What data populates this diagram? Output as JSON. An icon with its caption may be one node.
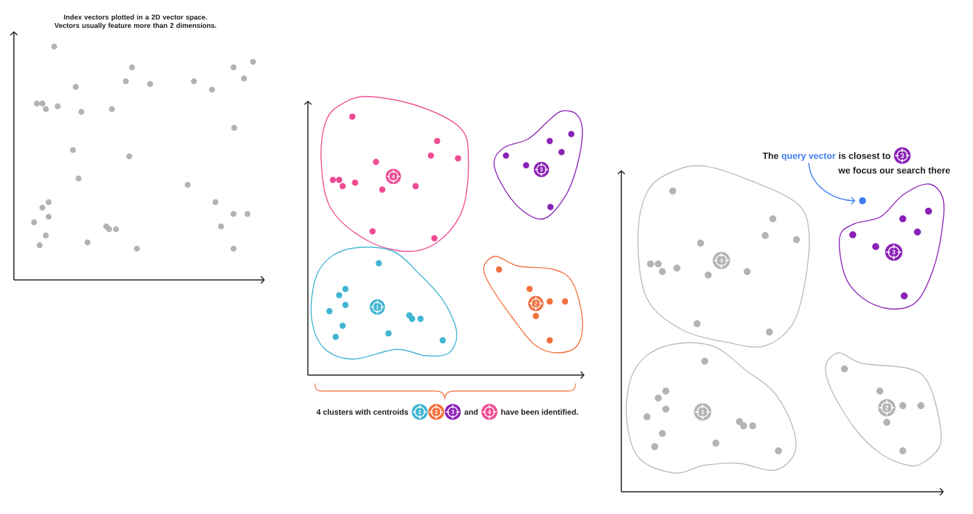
{
  "diagram": {
    "nodes": [
      {
        "text": [],
        "shape": "blob"
      },
      {
        "text": [
          "4"
        ],
        "in": 0
      },
      {
        "text": [],
        "shape": "blob"
      },
      {
        "text": [
          "3"
        ],
        "in": 2
      },
      {
        "text": [],
        "shape": "blob"
      },
      {
        "text": [
          "1"
        ],
        "in": 4
      },
      {
        "text": [],
        "shape": "blob"
      },
      {
        "text": [
          "2"
        ],
        "in": 6
      },
      {
        "text": [
          "1"
        ]
      },
      {
        "text": [
          "2"
        ]
      },
      {
        "text": [
          "3"
        ]
      },
      {
        "text": [
          "4"
        ]
      },
      {
        "text": [
          "query vector"
        ]
      },
      {
        "text": [
          "3"
        ]
      },
      {
        "text": [],
        "shape": "circle"
      },
      {
        "text": [],
        "shape": "blob"
      },
      {
        "text": [
          "4"
        ],
        "in": 15
      },
      {
        "text": [],
        "shape": "blob"
      },
      {
        "text": [
          "3"
        ],
        "in": 17
      },
      {
        "text": [],
        "shape": "blob"
      },
      {
        "text": [
          "1"
        ],
        "in": 19
      },
      {
        "text": [],
        "shape": "blob"
      },
      {
        "text": [
          "2"
        ],
        "in": 21
      }
    ],
    "edges": [
      {
        "from": 12,
        "to": 14,
        "arrow": "to",
        "color": "#3f7cf2"
      }
    ],
    "labels": [
      "Index vectors plotted in a 2D vector space. Vectors usually feature more than 2 dimensions.",
      "4 clusters with centroids",
      "and",
      "have been identified.",
      "The",
      "is closest to",
      "we focus our search there"
    ]
  }
}
